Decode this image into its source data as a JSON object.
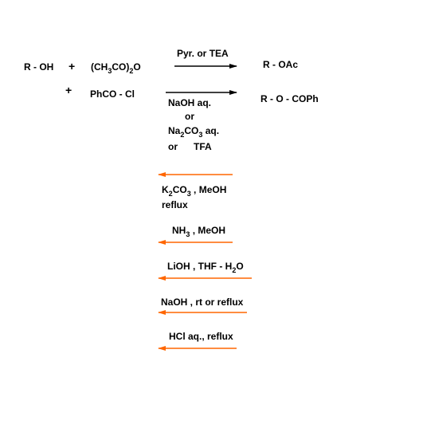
{
  "colors": {
    "black_arrow": "#000000",
    "orange_arrow": "#ff6600",
    "text": "#000000"
  },
  "protection": {
    "reactant": "R - OH",
    "plus1": "+",
    "reagent_ac2o": {
      "pre": "(CH",
      "sub1": "3",
      "mid": "CO)",
      "sub2": "2",
      "post": "O"
    },
    "plus2": "+",
    "reagent_bzcl": "PhCO - Cl",
    "conditions_acetylation": "Pyr. or TEA",
    "product_acetate": "R - OAc",
    "conditions_benzoylation": {
      "line1": "NaOH aq.",
      "line2": "or",
      "line3": {
        "pre": "Na",
        "sub1": "2",
        "mid": "CO",
        "sub2": "3",
        "post": " aq."
      },
      "line4": {
        "or": "or",
        "reagent": "TFA"
      }
    },
    "product_benzoate": "R - O - COPh"
  },
  "deprotection": [
    {
      "line1": {
        "pre": "K",
        "sub1": "2",
        "mid": "CO",
        "sub2": "3",
        "post": " , MeOH"
      },
      "line2": "reflux"
    },
    {
      "pre": "NH",
      "sub": "3",
      "post": " , MeOH"
    },
    {
      "pre": "LiOH  , THF - H",
      "sub": "2",
      "post": "O"
    },
    {
      "text": "NaOH  , rt or reflux"
    },
    {
      "text": "HCl aq., reflux"
    }
  ]
}
